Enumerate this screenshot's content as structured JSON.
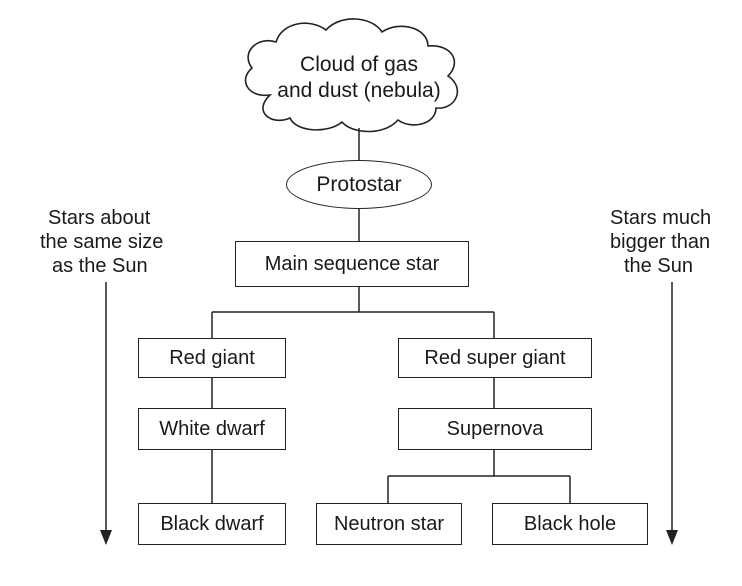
{
  "nodes": {
    "cloud": [
      "Cloud of gas",
      "and dust (nebula)"
    ],
    "protostar": "Protostar",
    "main_sequence": "Main sequence star",
    "red_giant": "Red giant",
    "white_dwarf": "White dwarf",
    "black_dwarf": "Black dwarf",
    "red_super_giant": "Red super giant",
    "supernova": "Supernova",
    "neutron_star": "Neutron star",
    "black_hole": "Black hole"
  },
  "side_labels": {
    "left": [
      "Stars about",
      "the same size",
      "as the Sun"
    ],
    "right": [
      "Stars much",
      "bigger than",
      "the Sun"
    ]
  }
}
